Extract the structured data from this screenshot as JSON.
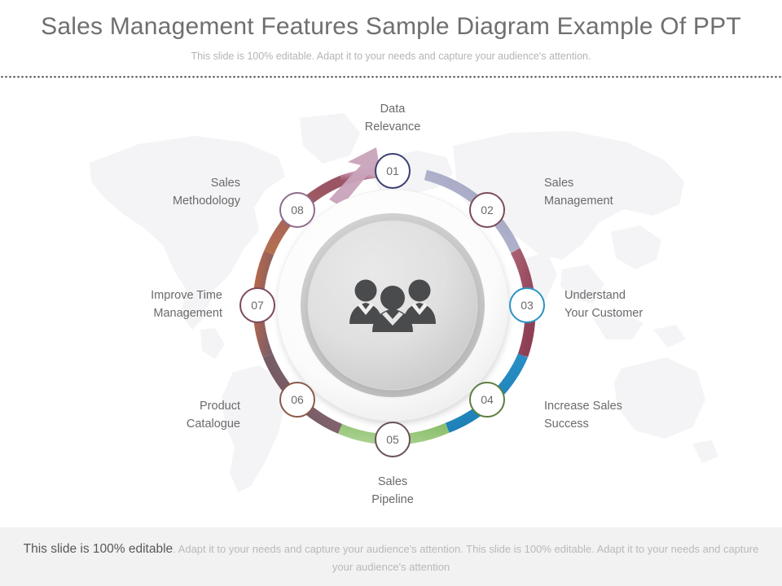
{
  "header": {
    "title": "Sales Management Features Sample Diagram Example Of PPT",
    "subtitle": "This slide is 100% editable.  Adapt it to your needs and capture your audience's attention."
  },
  "diagram": {
    "center_icon": "three-people-icon",
    "nodes": [
      {
        "number": "01",
        "label": "Data\nRelevance",
        "color": "#3b3f72",
        "segment_color_start": "#b7b9cf",
        "segment_color_end": "#9d9fc0"
      },
      {
        "number": "02",
        "label": "Sales\nManagement",
        "color": "#7b4b5c",
        "segment_color_start": "#a14a60",
        "segment_color_end": "#8d3f55"
      },
      {
        "number": "03",
        "label": "Understand\nYour Customer",
        "color": "#2b93c4",
        "segment_color_start": "#1f86bd",
        "segment_color_end": "#2f9ccd"
      },
      {
        "number": "04",
        "label": "Increase Sales\nSuccess",
        "color": "#5d7f43",
        "segment_color_start": "#8ec06e",
        "segment_color_end": "#a6cf8c"
      },
      {
        "number": "05",
        "label": "Sales\nPipeline",
        "color": "#6b5257",
        "segment_color_start": "#7c5f68",
        "segment_color_end": "#8e6d75"
      },
      {
        "number": "06",
        "label": "Product\nCatalogue",
        "color": "#8a5a4a",
        "segment_color_start": "#b5664a",
        "segment_color_end": "#a9614a"
      },
      {
        "number": "07",
        "label": "Improve Time\nManagement",
        "color": "#7d4a5a",
        "segment_color_start": "#b06a4f",
        "segment_color_end": "#9c5563"
      },
      {
        "number": "08",
        "label": "Sales\nMethodology",
        "color": "#8c6d8c",
        "segment_color_start": "#9c5366",
        "segment_color_end": "#c49ab4"
      }
    ]
  },
  "footer": {
    "strong_text": "This slide is 100% editable",
    "rest_text": ". Adapt it to your needs and capture your audience's attention. This slide is 100% editable. Adapt it to your needs and capture your audience's attention"
  }
}
